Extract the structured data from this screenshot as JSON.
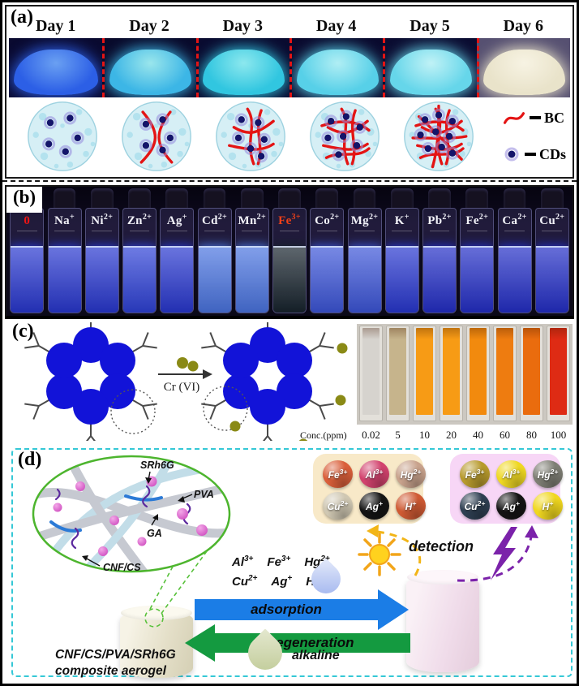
{
  "panel_a": {
    "label": "(a)",
    "days": [
      {
        "label": "Day 1",
        "bg": "#0a0a30",
        "bowl": "#2c5fe6",
        "core": "#6aa0f2"
      },
      {
        "label": "Day 2",
        "bg": "#090a2b",
        "bowl": "#3cb6e6",
        "core": "#9ae6ec"
      },
      {
        "label": "Day 3",
        "bg": "#0a0b30",
        "bowl": "#31c6e0",
        "core": "#8ce8ee"
      },
      {
        "label": "Day 4",
        "bg": "#0a0a2e",
        "bowl": "#57d0e8",
        "core": "#b0eef4"
      },
      {
        "label": "Day 5",
        "bg": "#0b0c31",
        "bowl": "#66d6ea",
        "core": "#c0f2f6"
      },
      {
        "label": "Day 6",
        "bg": "#565071",
        "bowl": "#e9e3ca",
        "core": "#f7f3e3"
      }
    ],
    "stages": [
      {
        "dots": 5,
        "fibers": 0
      },
      {
        "dots": 5,
        "fibers": 2
      },
      {
        "dots": 6,
        "fibers": 4
      },
      {
        "dots": 7,
        "fibers": 6
      },
      {
        "dots": 9,
        "fibers": 9
      }
    ],
    "legend": {
      "bc": "BC",
      "cds": "CDs",
      "bc_color": "#e41414",
      "cd_color": "#14146a"
    }
  },
  "panel_b": {
    "label": "(b)",
    "vials": [
      {
        "b": "0",
        "s": "",
        "label_color": "#ee1414",
        "liquid": "#2837cf"
      },
      {
        "b": "Na",
        "s": "+",
        "label_color": "#f3f3fa",
        "liquid": "#2837cf"
      },
      {
        "b": "Ni",
        "s": "2+",
        "label_color": "#f3f3fa",
        "liquid": "#2837cf"
      },
      {
        "b": "Zn",
        "s": "2+",
        "label_color": "#f3f3fa",
        "liquid": "#2e41d6"
      },
      {
        "b": "Ag",
        "s": "+",
        "label_color": "#f3f3fa",
        "liquid": "#2837cf"
      },
      {
        "b": "Cd",
        "s": "2+",
        "label_color": "#f3f3fa",
        "liquid": "#4a74e0"
      },
      {
        "b": "Mn",
        "s": "2+",
        "label_color": "#f3f3fa",
        "liquid": "#4a74e0"
      },
      {
        "b": "Fe",
        "s": "3+",
        "label_color": "#f04018",
        "liquid": "#17232d"
      },
      {
        "b": "Co",
        "s": "2+",
        "label_color": "#f3f3fa",
        "liquid": "#3c55d8"
      },
      {
        "b": "Mg",
        "s": "2+",
        "label_color": "#f3f3fa",
        "liquid": "#3c55d8"
      },
      {
        "b": "K",
        "s": "+",
        "label_color": "#f3f3fa",
        "liquid": "#2837cf"
      },
      {
        "b": "Pb",
        "s": "2+",
        "label_color": "#f3f3fa",
        "liquid": "#232ec6"
      },
      {
        "b": "Fe",
        "s": "2+",
        "label_color": "#f3f3fa",
        "liquid": "#232ec6"
      },
      {
        "b": "Ca",
        "s": "2+",
        "label_color": "#f3f3fa",
        "liquid": "#232ec6"
      },
      {
        "b": "Cu",
        "s": "2+",
        "label_color": "#f3f3fa",
        "liquid": "#232ec6"
      }
    ]
  },
  "panel_c": {
    "label": "(c)",
    "arrow_label": "Cr (VI)",
    "conc_prefix": "Conc.(ppm)",
    "cuvettes": [
      {
        "conc": "0.02",
        "color": "#d6d3ce"
      },
      {
        "conc": "5",
        "color": "#c6b48c"
      },
      {
        "conc": "10",
        "color": "#f79b15"
      },
      {
        "conc": "20",
        "color": "#f79b15"
      },
      {
        "conc": "40",
        "color": "#f28a0e"
      },
      {
        "conc": "60",
        "color": "#ee7c10"
      },
      {
        "conc": "80",
        "color": "#ea6c0e"
      },
      {
        "conc": "100",
        "color": "#de2b14"
      }
    ]
  },
  "panel_d": {
    "label": "(d)",
    "inset": {
      "srh6g": "SRh6G",
      "pva": "PVA",
      "ga": "GA",
      "cnf_cs": "CNF/CS"
    },
    "caption_line1": "CNF/CS/PVA/SRh6G",
    "caption_line2": "composite aerogel",
    "ions_row1": [
      {
        "b": "Al",
        "s": "3+"
      },
      {
        "b": "Fe",
        "s": "3+"
      },
      {
        "b": "Hg",
        "s": "2+"
      }
    ],
    "ions_row2": [
      {
        "b": "Cu",
        "s": "2+"
      },
      {
        "b": "Ag",
        "s": "+"
      },
      {
        "b": "H",
        "s": "+"
      }
    ],
    "adsorption_label": "adsorption",
    "regeneration_label": "regeneration",
    "alkaline_label": "alkaline",
    "detection_label": "detection",
    "colors": {
      "border": "#35c8d6",
      "adsorption": "#1b7de6",
      "regeneration": "#149a40"
    },
    "badge_boxes": [
      {
        "bg": "#f8e9c8",
        "balls": [
          {
            "b": "Fe",
            "s": "3+",
            "color": "#da5f3a"
          },
          {
            "b": "Al",
            "s": "3+",
            "color": "#d2426e"
          },
          {
            "b": "Hg",
            "s": "2+",
            "color": "#c8a28c"
          },
          {
            "b": "Cu",
            "s": "2+",
            "color": "#cfc7b2"
          },
          {
            "b": "Ag",
            "s": "+",
            "color": "#141414"
          },
          {
            "b": "H",
            "s": "+",
            "color": "#cf5a33"
          }
        ]
      },
      {
        "bg": "#f7d6f6",
        "balls": [
          {
            "b": "Fe",
            "s": "3+",
            "color": "#b79a2c"
          },
          {
            "b": "Al",
            "s": "3+",
            "color": "#efd822"
          },
          {
            "b": "Hg",
            "s": "2+",
            "color": "#7e7e74"
          },
          {
            "b": "Cu",
            "s": "2+",
            "color": "#2e3f52"
          },
          {
            "b": "Ag",
            "s": "+",
            "color": "#141414"
          },
          {
            "b": "H",
            "s": "+",
            "color": "#f0d71f"
          }
        ]
      }
    ]
  }
}
